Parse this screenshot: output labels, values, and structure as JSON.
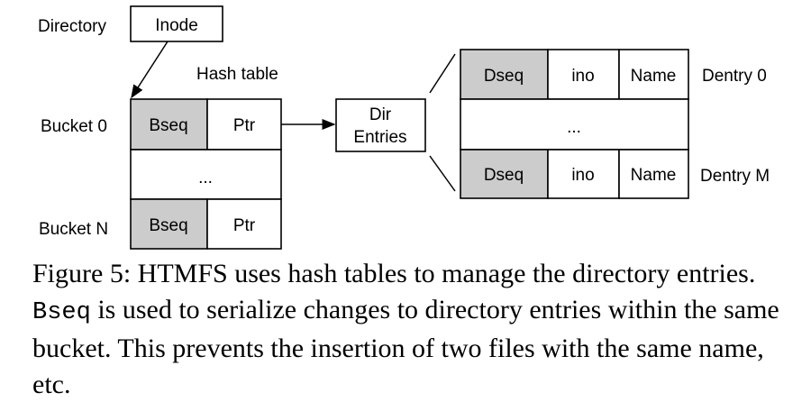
{
  "diagram": {
    "directory_label": "Directory",
    "inode_label": "Inode",
    "hash_table_label": "Hash table",
    "bucket0_label": "Bucket 0",
    "bucketN_label": "Bucket N",
    "bseq": "Bseq",
    "ptr": "Ptr",
    "ellipsis": "...",
    "dir_entries_line1": "Dir",
    "dir_entries_line2": "Entries",
    "dseq": "Dseq",
    "ino": "ino",
    "name": "Name",
    "dentry0_label": "Dentry 0",
    "dentryM_label": "Dentry M"
  },
  "caption": {
    "part1": "Figure 5: HTMFS uses hash tables to manage the directory entries. ",
    "code": "Bseq",
    "part2": " is used to serialize changes to directory entries within the same bucket. This prevents the insertion of two files with the same name, etc."
  }
}
